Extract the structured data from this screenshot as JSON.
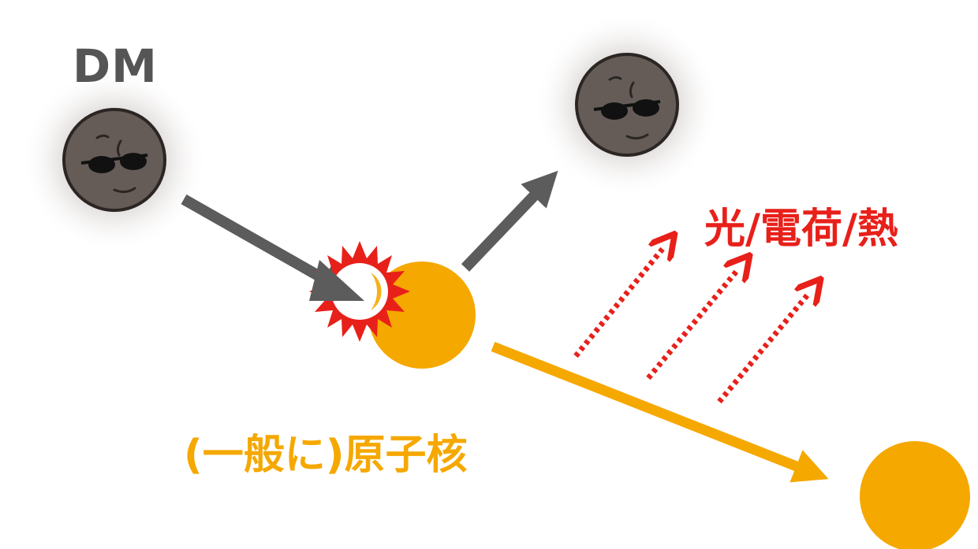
{
  "labels": {
    "dark_matter": "DM",
    "signals": "光/電荷/熱",
    "nucleus": "(一般に)原子核"
  },
  "colors": {
    "dark_matter_body": "#655c57",
    "dark_matter_glow": "#8a7f7a",
    "dm_text": "#555555",
    "arrow_gray": "#5c5c5c",
    "nucleus": "#f5a800",
    "signal_red": "#e8201a",
    "burst_outline": "#e8201a"
  },
  "icons": {
    "dark_matter_particle": "sunglasses-face-ball",
    "collision": "starburst-flash",
    "nucleus": "orange-circle"
  }
}
